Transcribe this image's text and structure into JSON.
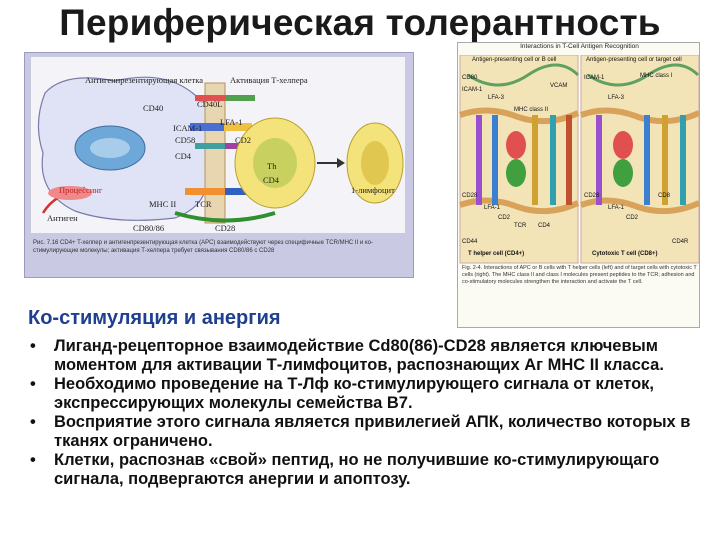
{
  "title": "Периферическая толерантность",
  "subtitle": "Ко-стимуляция и анергия",
  "bullets": [
    "Лиганд-рецепторное взаимодействие Cd80(86)-CD28 является ключевым моментом для активации Т-лимфоцитов, распознающих Аг MHC II класса.",
    "Необходимо проведение на Т-Лф ко-стимулирующего сигнала  от клеток, экспрессирующих молекулы семейства В7.",
    "Восприятие этого сигнала является привилегией АПК, количество которых в тканях ограничено.",
    "Клетки, распознав «свой» пептид, но не получившие ко-стимулирующаго сигнала, подвергаются анергии и апоптозу."
  ],
  "bullet_symbol": "•",
  "left_figure": {
    "apc_label": "Антигенпрезентирующая клетка",
    "th_label": "Активация Т-хелпера",
    "labels": [
      "CD40",
      "CD40L",
      "ICAM-1",
      "LFA-1",
      "CD58",
      "CD2",
      "CD4",
      "Th",
      "CD4",
      "1-лимфоцит",
      "Процессинг",
      "Антиген",
      "MHC II",
      "TCR",
      "CD80/86",
      "CD28"
    ],
    "caption": "Рис. 7.16 CD4+ T-хелпер и антигенпрезентирующая клетка (APC) взаимодействуют через специфичные TCR/MHC II и ко-стимулирующие молекулы; активация Т-хелпера требует связывания CD80/86 с CD28"
  },
  "right_figure": {
    "header": "Interactions in T-Cell Antigen Recognition",
    "panel_left": "Antigen-presenting cell or B cell",
    "panel_right": "Antigen-presenting cell or target cell",
    "bottom_left": "T helper cell (CD4+)",
    "bottom_right": "Cytotoxic T cell (CD8+)",
    "labels_left": [
      "CD80",
      "ICAM-1",
      "LFA-3",
      "MHC class II",
      "VCAM",
      "CD28",
      "LFA-1",
      "CD2",
      "TCR",
      "CD4",
      "CD44"
    ],
    "labels_right": [
      "MHC class I",
      "ICAM-1",
      "LFA-3",
      "CD8",
      "LFA-1",
      "CD2",
      "CD28",
      "CD4R"
    ],
    "caption": "Fig. 2-4. Interactions of APC or B cells with T helper cells (left) and of target cells with cytotoxic T cells (right). The MHC class II and class I molecules present peptides to the TCR; adhesion and co-stimulatory molecules strengthen the interaction and activate the T cell."
  },
  "colors": {
    "subtitle": "#1f3f8f",
    "apc_cell": "#dfe3f5",
    "nucleus": "#6ea8d8",
    "th_cell": "#f4e27a",
    "panel_bg": "#c9c9e3",
    "membrane": "#d9a25a"
  }
}
